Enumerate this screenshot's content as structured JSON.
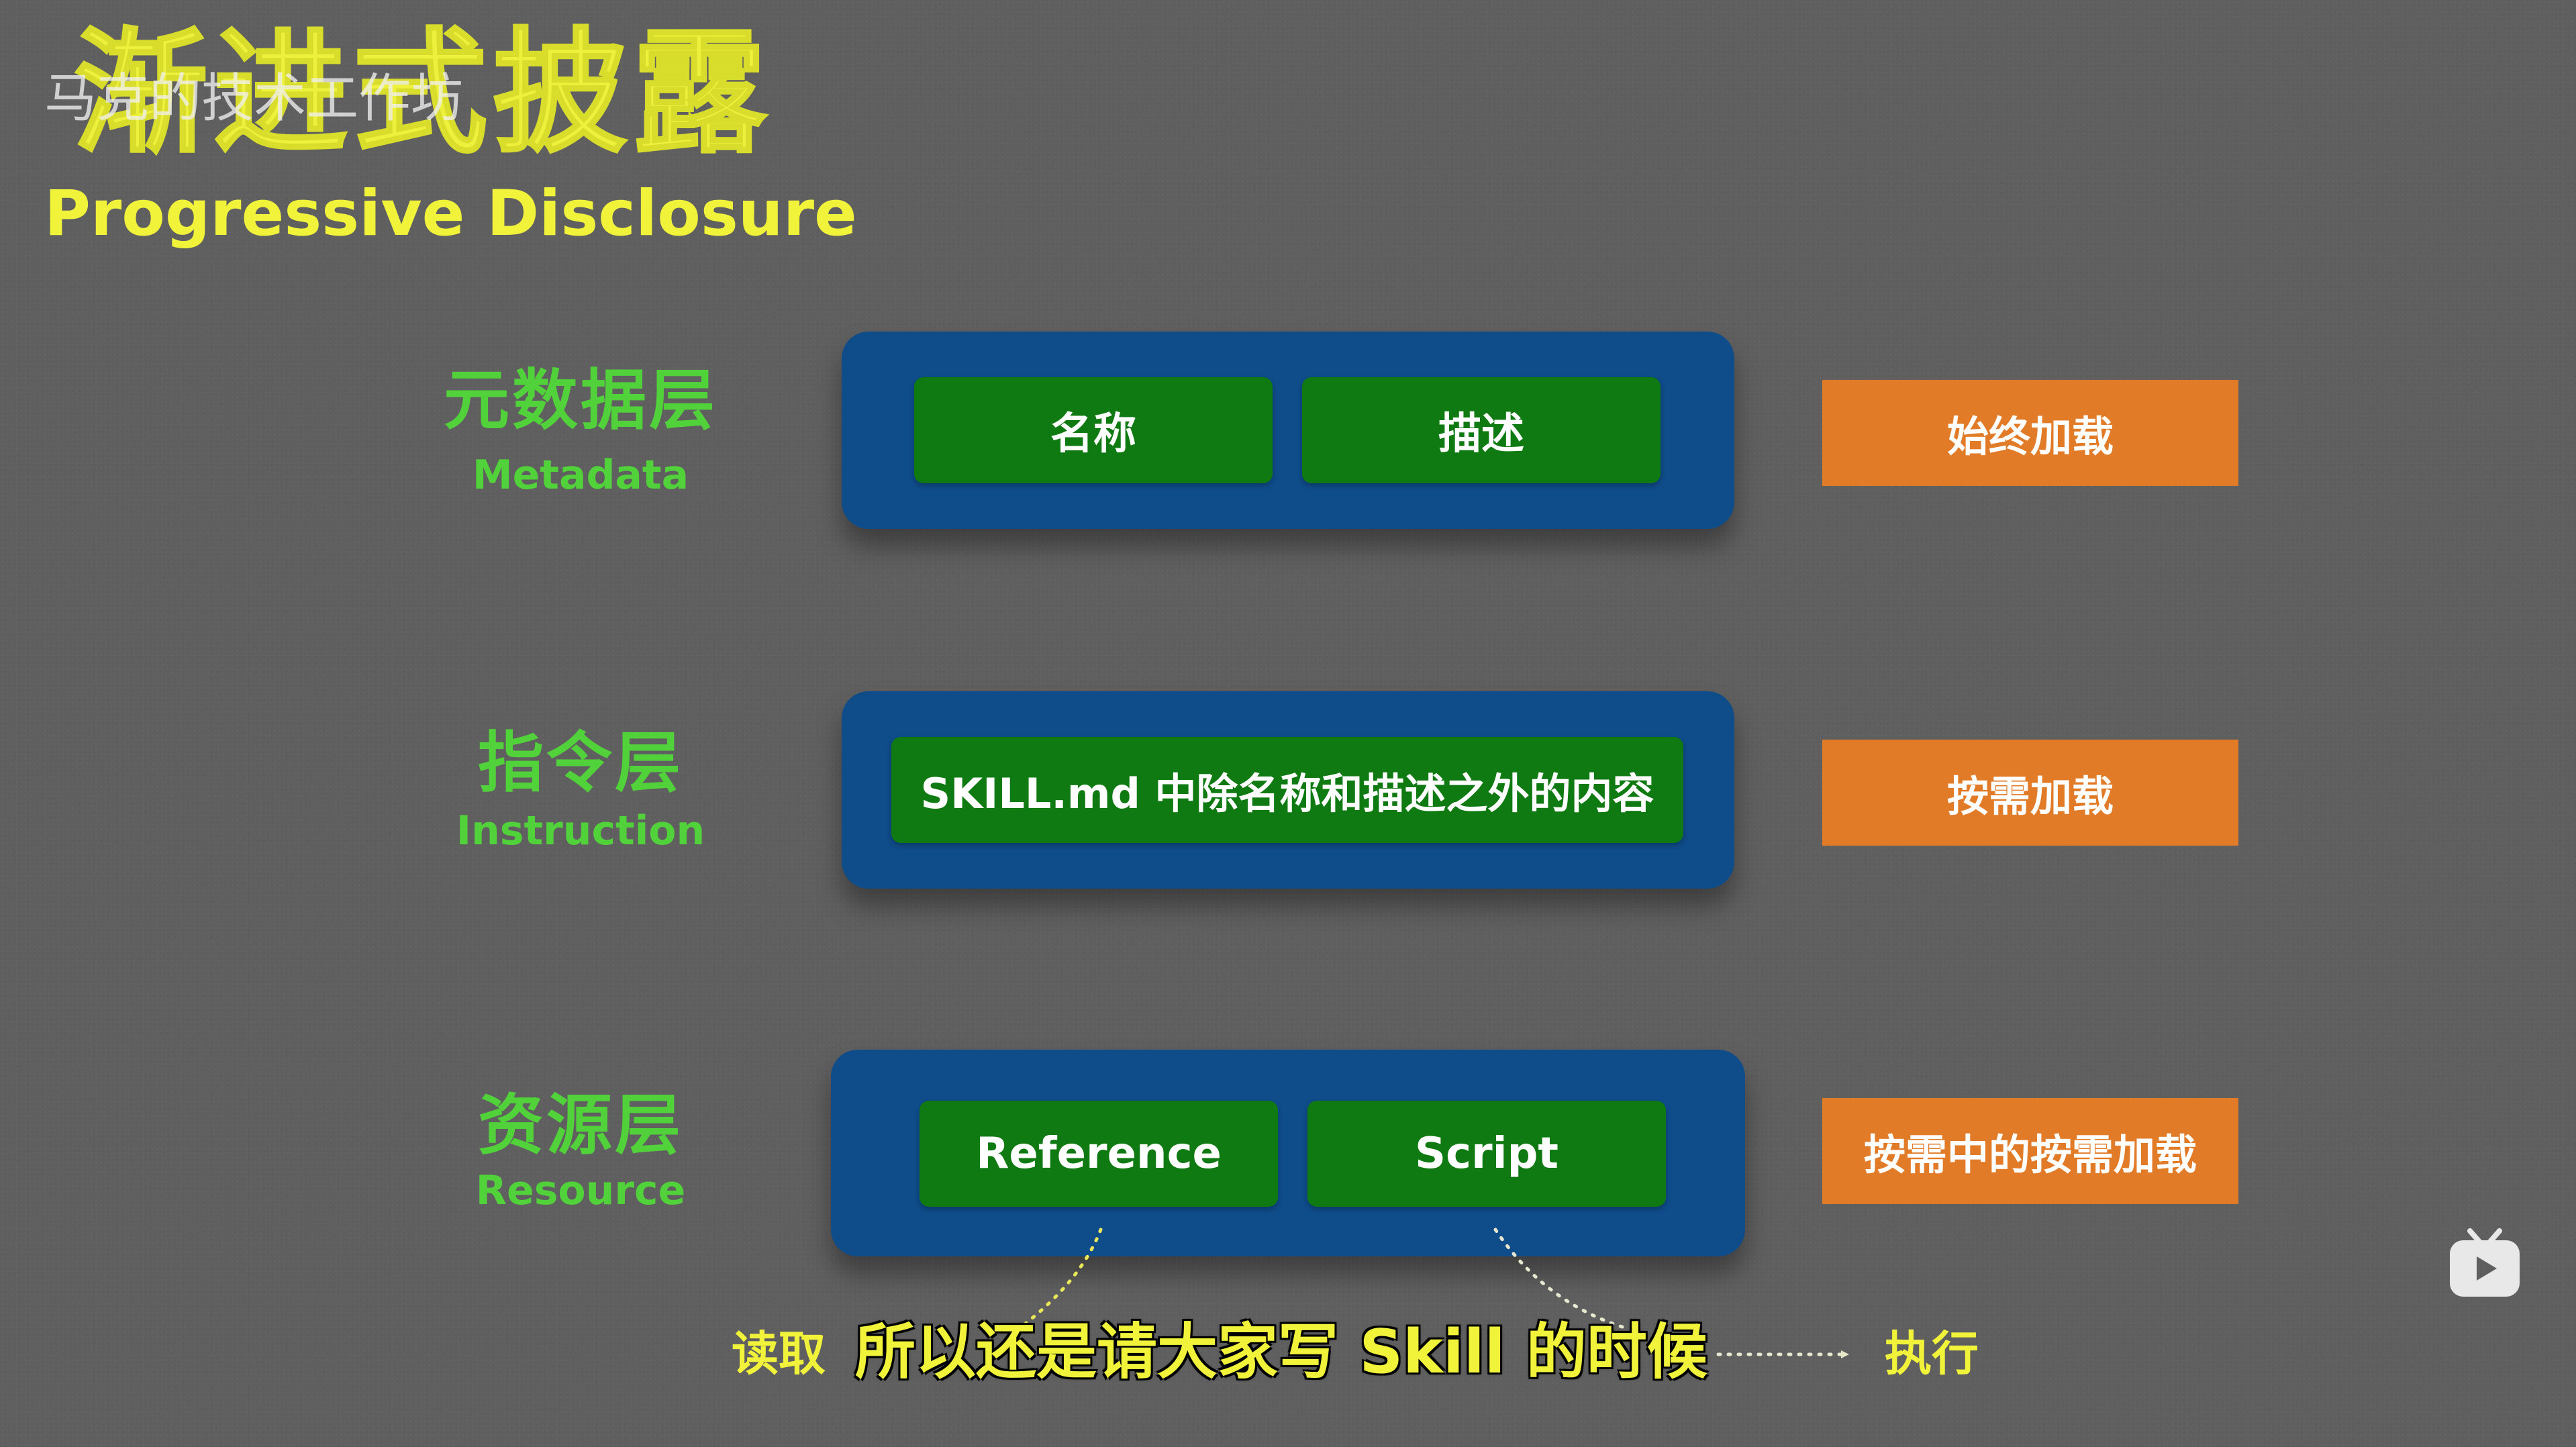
{
  "header": {
    "title_cn": "渐进式披露",
    "title_en": "Progressive Disclosure",
    "watermark": "马克的技术工作坊"
  },
  "layers": [
    {
      "label_cn": "元数据层",
      "label_en": "Metadata",
      "chips": [
        "名称",
        "描述"
      ],
      "load_tag": "始终加载"
    },
    {
      "label_cn": "指令层",
      "label_en": "Instruction",
      "chips": [
        "SKILL.md 中除名称和描述之外的内容"
      ],
      "load_tag": "按需加载"
    },
    {
      "label_cn": "资源层",
      "label_en": "Resource",
      "chips": [
        "Reference",
        "Script"
      ],
      "load_tag": "按需中的按需加载"
    }
  ],
  "bottom": {
    "read_label": "读取",
    "execute_label": "执行",
    "subtitle": "所以还是请大家写 Skill 的时候"
  },
  "colors": {
    "background": "#5f5f5f",
    "title_yellow": "#f1f33a",
    "layer_label_green": "#52d23a",
    "container_blue": "#0f4c8a",
    "chip_green": "#0f7a12",
    "tag_orange": "#e27b28"
  },
  "icons": {
    "player": "video-player-icon"
  }
}
